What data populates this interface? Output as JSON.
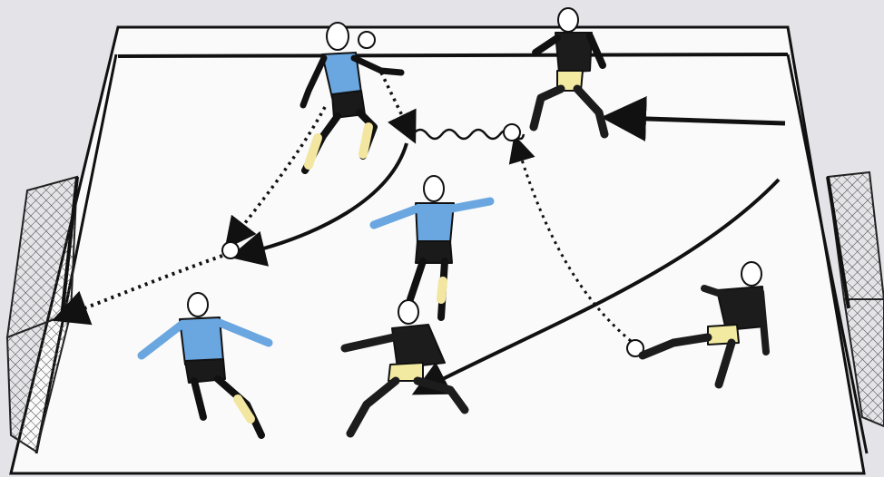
{
  "diagram": {
    "kind": "football-tactics-sketch",
    "teams": [
      {
        "id": "team-blue",
        "shirt_color": "#6aa6e0",
        "shorts_color": "#1a1a1a",
        "socks_color": "#f2e6a0"
      },
      {
        "id": "team-black",
        "shirt_color": "#1c1c1c",
        "shorts_color": "#f2eaa0",
        "socks_color": "#1c1c1c"
      }
    ],
    "players": [
      {
        "id": "blue-top",
        "team": "team-blue",
        "pose": "receiving-header"
      },
      {
        "id": "blue-middle",
        "team": "team-blue",
        "pose": "standing-back"
      },
      {
        "id": "blue-bottom-left",
        "team": "team-blue",
        "pose": "running-back"
      },
      {
        "id": "black-top-right",
        "team": "team-black",
        "pose": "running"
      },
      {
        "id": "black-bottom-center",
        "team": "team-black",
        "pose": "lunging"
      },
      {
        "id": "black-bottom-right",
        "team": "team-black",
        "pose": "kicking"
      }
    ],
    "ball_count": 4,
    "movement_styles": [
      "dotted-pass",
      "solid-run",
      "wavy-dribble"
    ]
  },
  "colors": {
    "pitch": "#fafafa",
    "lines": "#1a1a1a",
    "background": "#e4e4e8"
  }
}
